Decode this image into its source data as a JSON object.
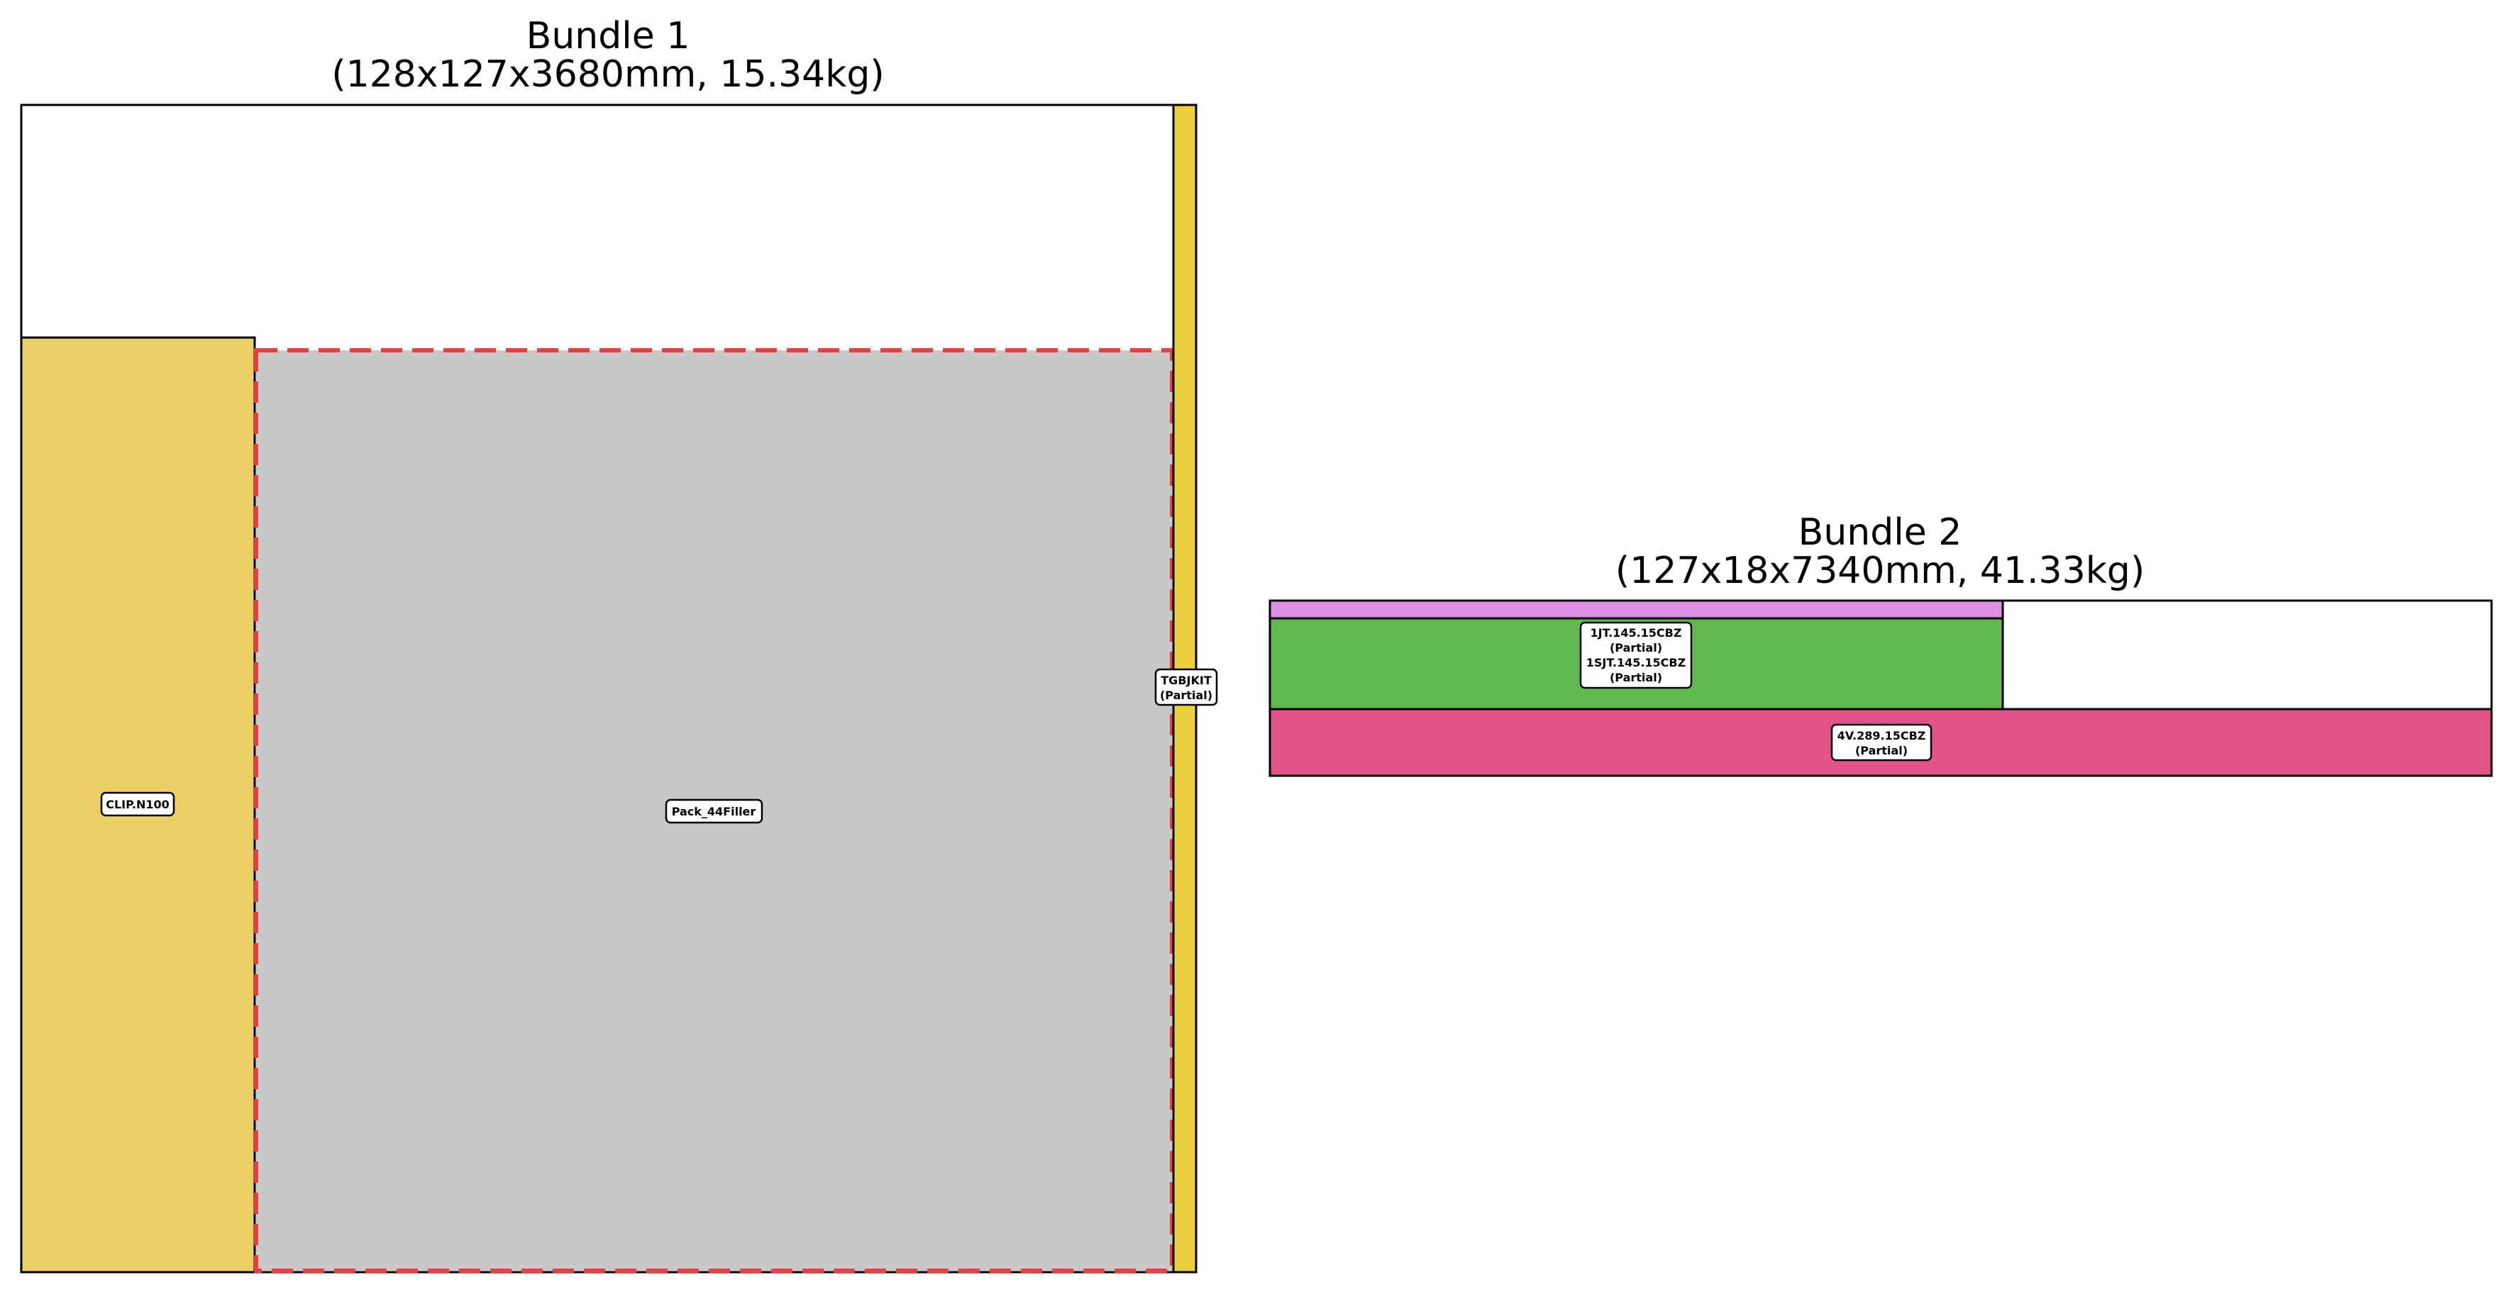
{
  "bundles": [
    {
      "title": "Bundle 1",
      "subtitle": "(128x127x3680mm, 15.34kg)",
      "items": [
        {
          "id": "b1-clip",
          "lines": [
            "CLIP.N100"
          ],
          "color": "#EDD065"
        },
        {
          "id": "b1-filler",
          "lines": [
            "Pack_44Filler"
          ],
          "color": "#C8C8C8",
          "border": "#E84040"
        },
        {
          "id": "b1-tgbjkit",
          "lines": [
            "TGBJKIT",
            "(Partial)"
          ],
          "color": "#EDD040"
        }
      ]
    },
    {
      "title": "Bundle 2",
      "subtitle": "(127x18x7340mm, 41.33kg)",
      "items": [
        {
          "id": "b2-purple",
          "lines": [],
          "color": "#DC8FE3"
        },
        {
          "id": "b2-green",
          "lines": [
            "1JT.145.15CBZ",
            "(Partial)",
            "1SJT.145.15CBZ",
            "(Partial)"
          ],
          "color": "#63B84F"
        },
        {
          "id": "b2-pink",
          "lines": [
            "4V.289.15CBZ",
            "(Partial)"
          ],
          "color": "#E35388"
        }
      ]
    }
  ]
}
